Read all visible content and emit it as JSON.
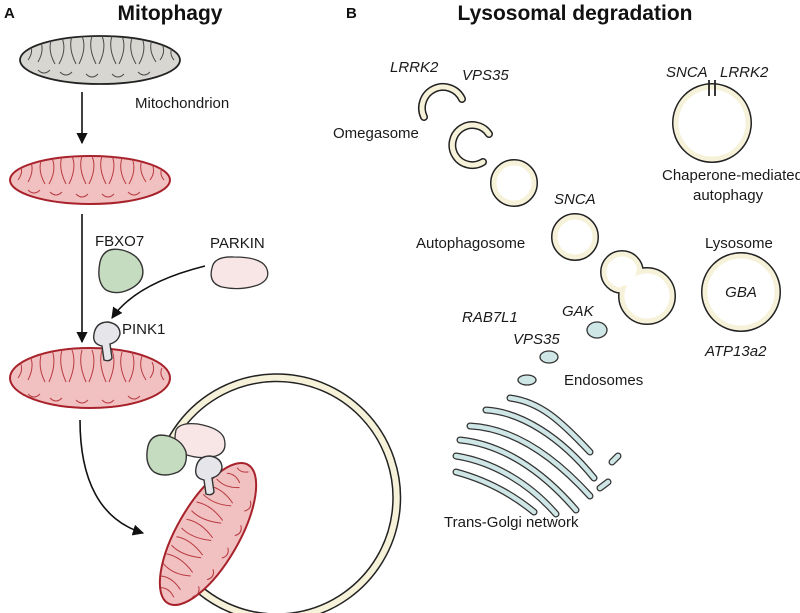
{
  "panel_a": {
    "letter": "A",
    "title": "Mitophagy",
    "labels": {
      "mitochondrion": "Mitochondrion",
      "fbxo7": "FBXO7",
      "parkin": "PARKIN",
      "pink1": "PINK1"
    }
  },
  "panel_b": {
    "letter": "B",
    "title": "Lysosomal degradation",
    "labels": {
      "omegasome": "Omegasome",
      "autophagosome": "Autophagosome",
      "cma_line1": "Chaperone-mediated",
      "cma_line2": "autophagy",
      "lysosome": "Lysosome",
      "endosomes": "Endosomes",
      "trans_golgi": "Trans-Golgi network"
    },
    "genes": {
      "lrrk2_omega": "LRRK2",
      "vps35_omega": "VPS35",
      "snca_cma": "SNCA",
      "lrrk2_cma": "LRRK2",
      "snca_auto": "SNCA",
      "gba": "GBA",
      "atp13a2": "ATP13a2",
      "gak": "GAK",
      "rab7l1": "RAB7L1",
      "vps35_endo": "VPS35"
    }
  },
  "colors": {
    "healthy_mito_fill": "#d8d6d0",
    "damaged_mito_fill": "#f1c0c1",
    "damaged_mito_stroke": "#a8222b",
    "fbxo7": "#c6dcc0",
    "parkin": "#f8e6e7",
    "pink1": "#e6e6ea",
    "membrane": "#f6f2da",
    "golgi": "#cfe6e6"
  }
}
